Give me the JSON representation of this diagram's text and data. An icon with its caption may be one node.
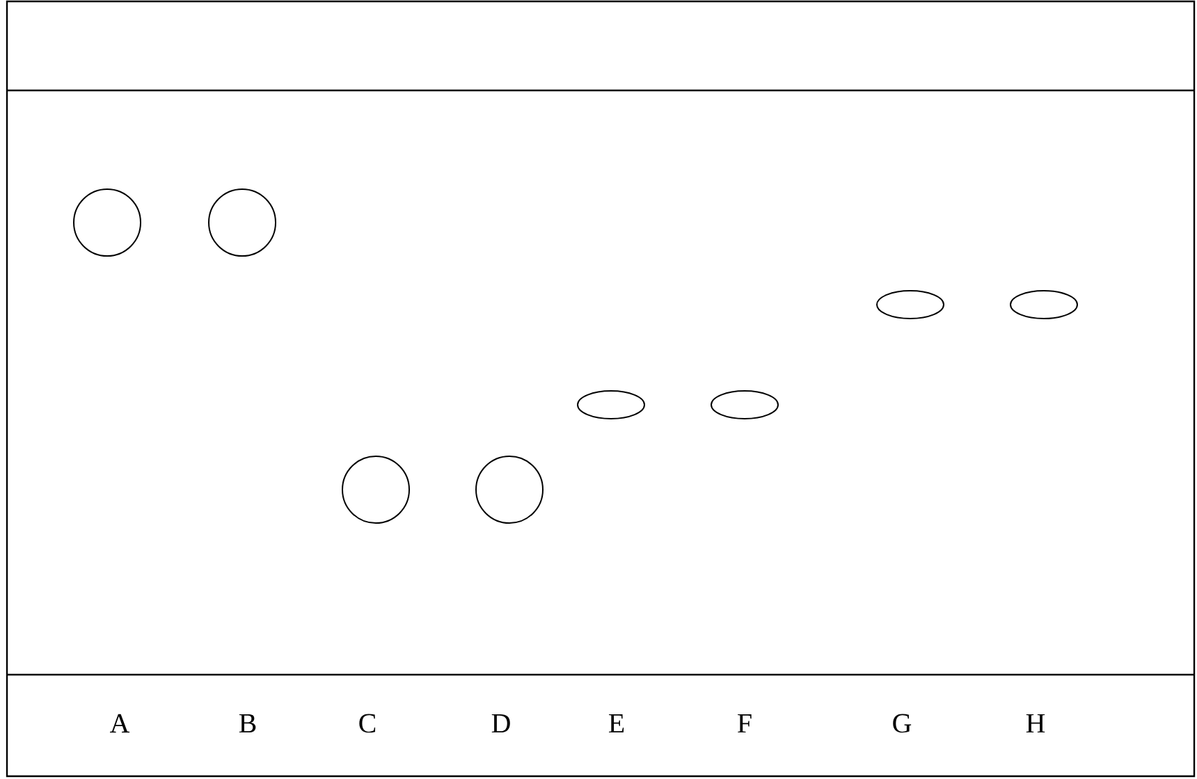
{
  "diagram": {
    "labels": [
      "A",
      "B",
      "C",
      "D",
      "E",
      "F",
      "G",
      "H"
    ]
  }
}
